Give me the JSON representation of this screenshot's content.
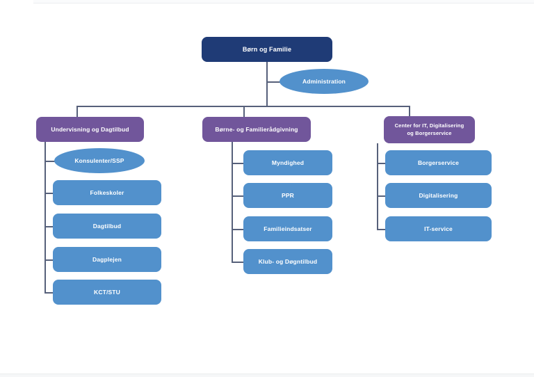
{
  "org": {
    "root": "Børn og Familie",
    "admin": "Administration",
    "columns": [
      {
        "head": "Undervisning og Dagtilbud",
        "children": [
          "Konsulenter/SSP",
          "Folkeskoler",
          "Dagtilbud",
          "Dagplejen",
          "KCT/STU"
        ]
      },
      {
        "head": "Børne- og Familierådgivning",
        "children": [
          "Myndighed",
          "PPR",
          "Familieindsatser",
          "Klub- og Døgntilbud"
        ]
      },
      {
        "head_lines": [
          "Center for IT, Digitalisering",
          "og Borgerservice"
        ],
        "children": [
          "Borgerservice",
          "Digitalisering",
          "IT-service"
        ]
      }
    ]
  },
  "colors": {
    "root_box": "#1f3b76",
    "department_box": "#71569b",
    "unit_box": "#5291cc",
    "connector_line": "#56607a",
    "text": "#ffffff",
    "background": "#ffffff"
  }
}
